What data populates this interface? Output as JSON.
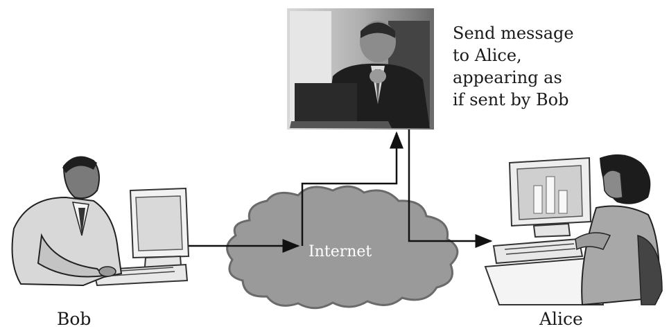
{
  "labels": {
    "bob": "Bob",
    "alice": "Alice",
    "internet": "Internet"
  },
  "attacker_note": {
    "lines": [
      "Send message",
      "to Alice,",
      "appearing as",
      "if sent by Bob"
    ]
  },
  "colors": {
    "cloud_fill": "#9a9a9a",
    "cloud_edge": "#6a6a6a",
    "arrow": "#111111",
    "photo_bg": "#c8c8c8"
  },
  "icons": {
    "bob": "man-at-computer-icon",
    "alice": "woman-at-computer-icon",
    "attacker": "attacker-photo-icon",
    "network": "internet-cloud-icon"
  }
}
